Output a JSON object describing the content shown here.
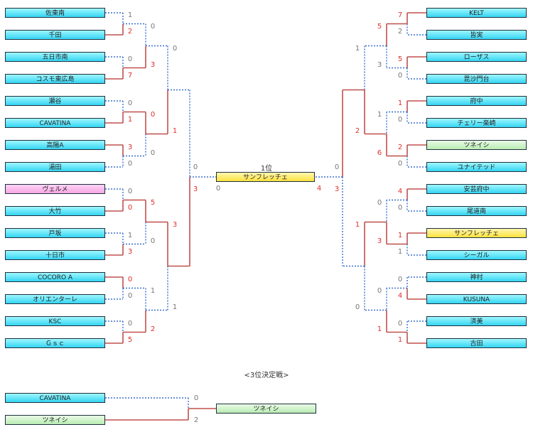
{
  "final": {
    "place_label": "1位",
    "champion": "サンフレッチェ",
    "score_left": "0",
    "score_right": "4",
    "left_semi_score": "0",
    "right_semi_score": "0",
    "left_semi_total": "3",
    "right_semi_total": "3"
  },
  "third_place": {
    "title": "<3位決定戦>",
    "team_a": "CAVATINA",
    "team_b": "ツネイシ",
    "winner": "ツネイシ",
    "score_a": "0",
    "score_b": "2"
  },
  "left_teams": [
    {
      "name": "佐東南",
      "color": "cyan"
    },
    {
      "name": "千田",
      "color": "cyan"
    },
    {
      "name": "五日市南",
      "color": "cyan"
    },
    {
      "name": "コスモ東広島",
      "color": "cyan"
    },
    {
      "name": "瀬谷",
      "color": "cyan"
    },
    {
      "name": "CAVATINA",
      "color": "cyan"
    },
    {
      "name": "高陽A",
      "color": "cyan"
    },
    {
      "name": "湯田",
      "color": "cyan"
    },
    {
      "name": "ヴェルメ",
      "color": "pink"
    },
    {
      "name": "大竹",
      "color": "cyan"
    },
    {
      "name": "戸坂",
      "color": "cyan"
    },
    {
      "name": "十日市",
      "color": "cyan"
    },
    {
      "name": "COCORO A",
      "color": "cyan"
    },
    {
      "name": "オリエンターレ",
      "color": "cyan"
    },
    {
      "name": "KSC",
      "color": "cyan"
    },
    {
      "name": "Ｇｓｃ",
      "color": "cyan"
    }
  ],
  "right_teams": [
    {
      "name": "KELT",
      "color": "cyan"
    },
    {
      "name": "皆実",
      "color": "cyan"
    },
    {
      "name": "ローザス",
      "color": "cyan"
    },
    {
      "name": "毘沙門台",
      "color": "cyan"
    },
    {
      "name": "府中",
      "color": "cyan"
    },
    {
      "name": "チェリー楽崎",
      "color": "cyan"
    },
    {
      "name": "ツネイシ",
      "color": "green"
    },
    {
      "name": "ユナイテッド",
      "color": "cyan"
    },
    {
      "name": "安芸府中",
      "color": "cyan"
    },
    {
      "name": "尾道南",
      "color": "cyan"
    },
    {
      "name": "サンフレッチェ",
      "color": "yellow"
    },
    {
      "name": "シーガル",
      "color": "cyan"
    },
    {
      "name": "神村",
      "color": "cyan"
    },
    {
      "name": "KUSUNA",
      "color": "cyan"
    },
    {
      "name": "済美",
      "color": "cyan"
    },
    {
      "name": "古田",
      "color": "cyan"
    }
  ],
  "left_r1_scores": [
    [
      "1",
      "2"
    ],
    [
      "0",
      "7"
    ],
    [
      "0",
      "1"
    ],
    [
      "3",
      "0"
    ],
    [
      "0",
      "0"
    ],
    [
      "1",
      "3"
    ],
    [
      "0",
      "0"
    ],
    [
      "0",
      "5"
    ]
  ],
  "left_r1_winners": [
    1,
    1,
    1,
    0,
    1,
    1,
    0,
    1
  ],
  "left_r2_scores": [
    [
      "0",
      "3"
    ],
    [
      "0",
      "0"
    ],
    [
      "5",
      "0"
    ],
    [
      "1",
      "2"
    ]
  ],
  "left_r2_winners": [
    1,
    0,
    0,
    1
  ],
  "left_r3_scores": [
    [
      "0",
      "1"
    ],
    [
      "3",
      "1"
    ]
  ],
  "left_r3_winners": [
    1,
    0
  ],
  "right_r1_scores": [
    [
      "7",
      "2"
    ],
    [
      "5",
      "0"
    ],
    [
      "1",
      "0"
    ],
    [
      "2",
      "0"
    ],
    [
      "4",
      "0"
    ],
    [
      "1",
      "1"
    ],
    [
      "0",
      "4"
    ],
    [
      "0",
      "1"
    ]
  ],
  "right_r1_winners": [
    0,
    0,
    0,
    0,
    0,
    0,
    1,
    1
  ],
  "right_r2_scores": [
    [
      "5",
      "3"
    ],
    [
      "1",
      "6"
    ],
    [
      "0",
      "3"
    ],
    [
      "0",
      "1"
    ]
  ],
  "right_r2_winners": [
    0,
    1,
    1,
    1
  ],
  "right_r3_scores": [
    [
      "1",
      "2"
    ],
    [
      "1",
      "0"
    ]
  ],
  "right_r3_winners": [
    1,
    0
  ],
  "colors": {
    "winner_line": "#c0504d",
    "loser_line": "#3a6fcf",
    "winner_score": "#e0302a",
    "loser_score": "#777777"
  }
}
